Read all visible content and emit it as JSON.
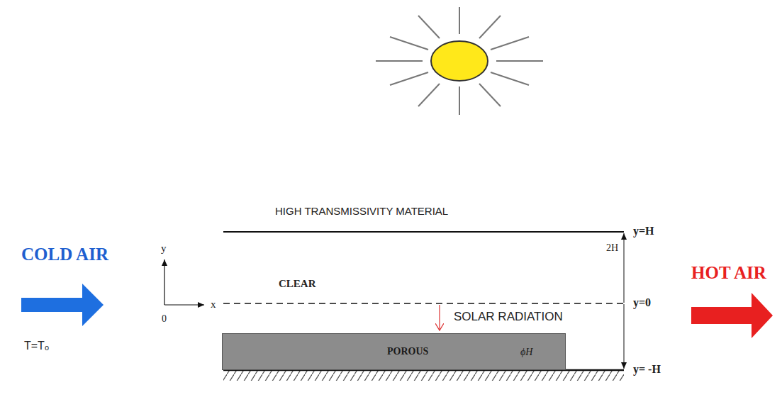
{
  "diagram": {
    "nodes": [
      {
        "text": [
          "POROUS",
          "ϕH"
        ]
      }
    ],
    "labels": [
      "HIGH TRANSMISSIVITY MATERIAL",
      "COLD AIR",
      "T=Tₒ",
      "y",
      "x",
      "0",
      "CLEAR",
      "SOLAR RADIATION",
      "y=H",
      "2H",
      "y=0",
      "y= -H",
      "HOT AIR"
    ]
  }
}
